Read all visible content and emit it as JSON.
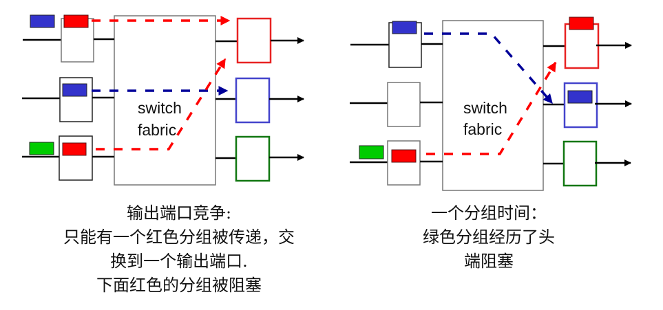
{
  "colors": {
    "red": "#ff0000",
    "blue_packet": "#3333cc",
    "blue_dash": "#000099",
    "blue_box": "#4444cc",
    "green_packet": "#00cc00",
    "green_box": "#117711",
    "line": "#000000",
    "box_border": "#777777"
  },
  "left_panel": {
    "fabric_label_line1": "switch",
    "fabric_label_line2": "fabric",
    "caption": [
      "输出端口竞争:",
      "只能有一个红色分组被传递，交",
      "换到一个输出端口.",
      "下面红色的分组被阻塞"
    ]
  },
  "right_panel": {
    "fabric_label_line1": "switch",
    "fabric_label_line2": "fabric",
    "caption": [
      "一个分组时间：",
      "绿色分组经历了头",
      "端阻塞"
    ]
  }
}
